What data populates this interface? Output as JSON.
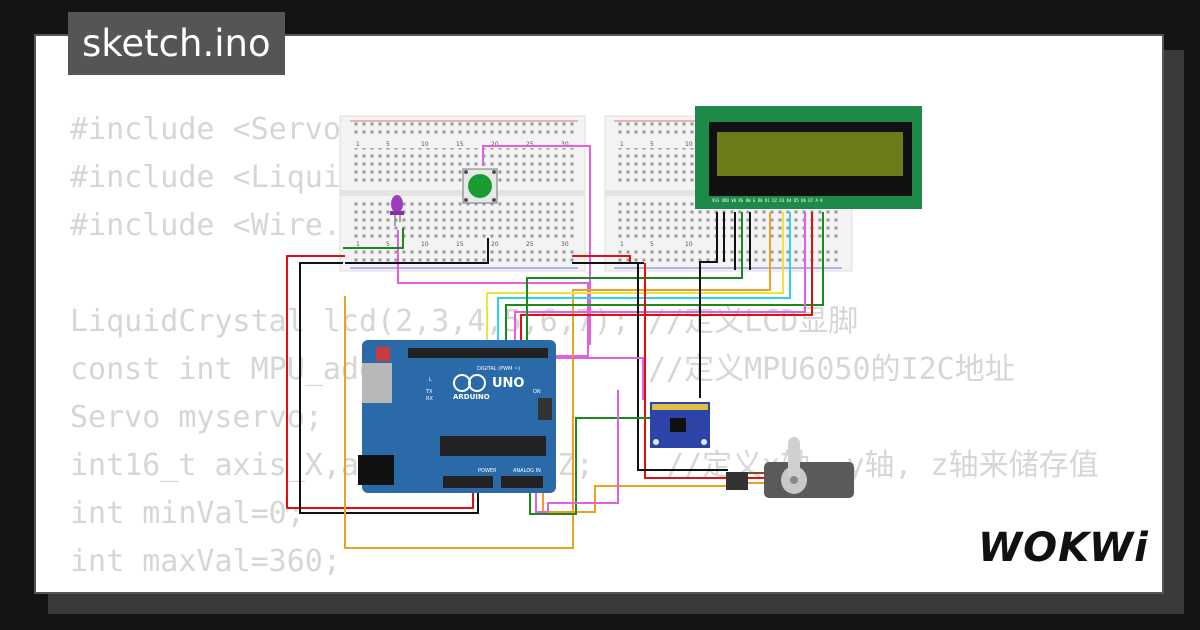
{
  "file_tab": "sketch.ino",
  "logo": "WOKWi",
  "code_lines": [
    "#include <Servo.h>",
    "#include <LiquidCrystal.h>",
    "#include <Wire.h>",
    "",
    "LiquidCrystal lcd(2,3,4,5,6,7); //定义LCD显脚",
    "const int MPU_addr=0x68;        //定义MPU6050的I2C地址",
    "Servo myservo;",
    "int16_t axis_X,axis_Y,axis_Z;    //定义x轴, y轴, z轴来储存值",
    "int minVal=0;",
    "int maxVal=360;"
  ],
  "board": {
    "brand": "UNO",
    "name": "ARDUINO",
    "digital_label": "DIGITAL (PWM ~)",
    "power_label": "POWER",
    "analog_label": "ANALOG IN",
    "on_label": "ON",
    "tx_label": "TX",
    "rx_label": "RX",
    "l_label": "L"
  },
  "breadboard_numbers": [
    "1",
    "5",
    "10",
    "15",
    "20",
    "25",
    "30"
  ],
  "lcd_pin_labels": "VSS VDD V0 RS RW E D0 D1 D2 D3 D4 D5 D6 D7 A K",
  "colors": {
    "board": "#2a6aa8",
    "lcd_screen": "#6a7d1a",
    "lcd_pcb": "#1d8a4a",
    "mpu": "#2c44a8",
    "led": "#9c3fbf",
    "button_cap": "#1a9c33",
    "wire_red": "#e01010",
    "wire_black": "#111111",
    "wire_green": "#1a8a1a",
    "wire_orange": "#f0a020",
    "wire_magenta": "#e060e0",
    "wire_cyan": "#30d0f0",
    "wire_yellow": "#f0e040"
  }
}
